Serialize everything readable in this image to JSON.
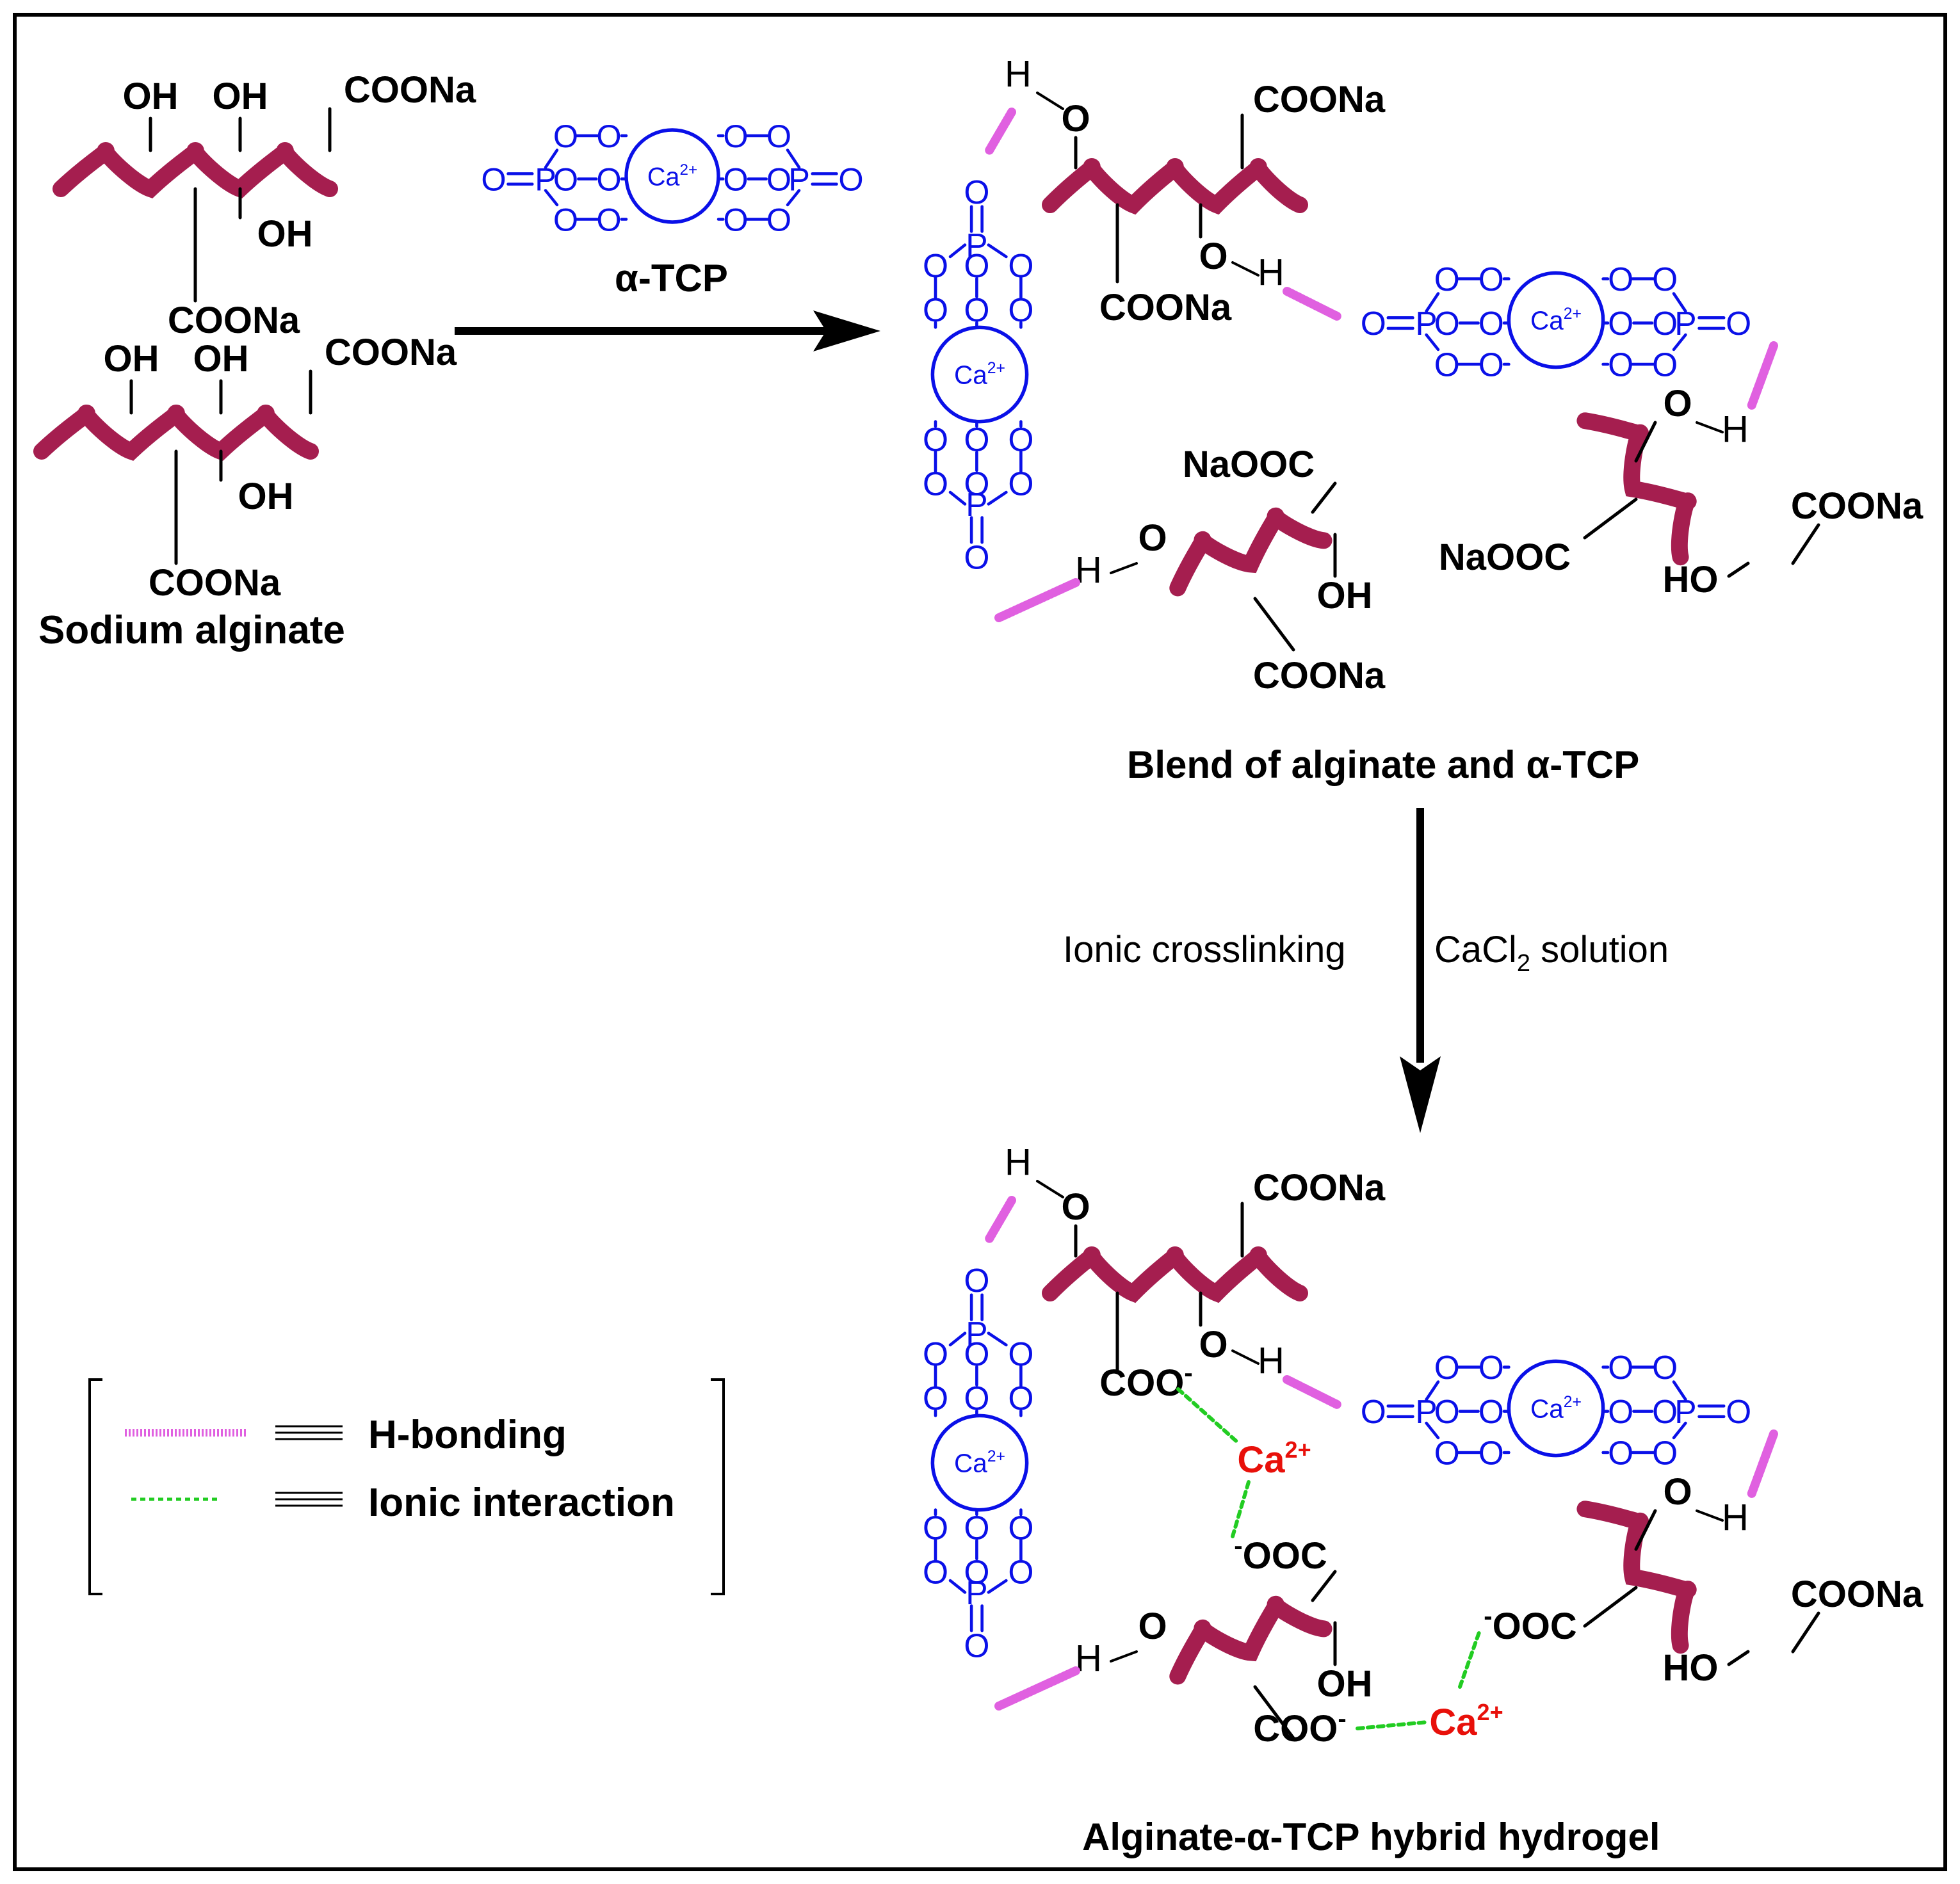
{
  "colors": {
    "chain": "#a51e4f",
    "tcp": "#0a10e8",
    "hbond": "#e060e0",
    "ionic": "#22cc22",
    "calcium_ion": "#e8100a"
  },
  "groups": {
    "oh": "OH",
    "ho": "HO",
    "coona": "COONa",
    "naooc": "NaOOC",
    "coo_minus": "COO",
    "ooc_minus": "OOC",
    "minus": "-",
    "o": "O",
    "h": "H",
    "p": "P",
    "ca": "Ca",
    "charge": "2+"
  },
  "labels": {
    "sodium_alginate": "Sodium alginate",
    "tcp": "α-TCP",
    "blend": "Blend of alginate and α-TCP",
    "crosslink_left": "Ionic crosslinking",
    "crosslink_right_main": "CaCl",
    "crosslink_right_sub": "2",
    "crosslink_right_tail": " solution",
    "hydrogel": "Alginate-α-TCP hybrid hydrogel"
  },
  "legend": {
    "items": [
      {
        "name": "H-bonding",
        "style": "hbond"
      },
      {
        "name": "Ionic interaction",
        "style": "ionic"
      }
    ]
  }
}
